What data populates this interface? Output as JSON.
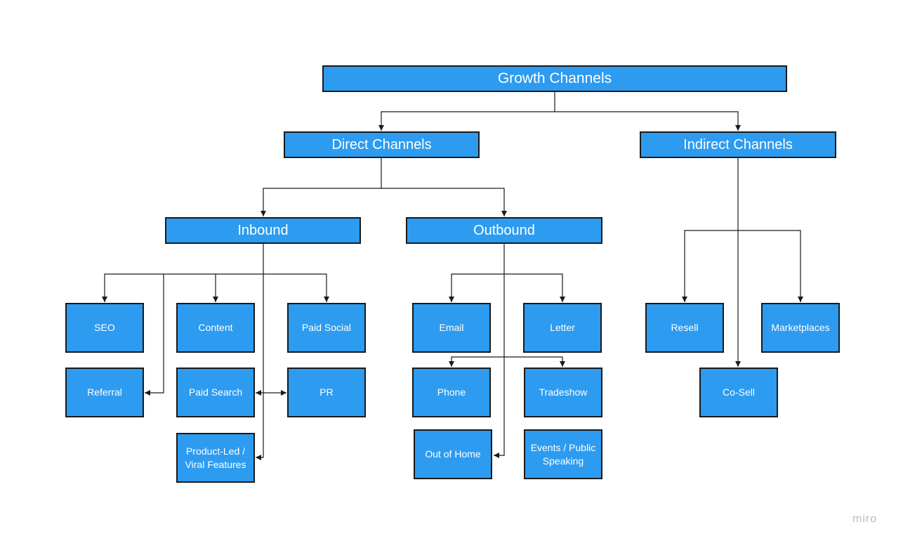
{
  "diagram": {
    "root": "Growth Channels",
    "direct": "Direct Channels",
    "indirect": "Indirect Channels",
    "inbound": "Inbound",
    "outbound": "Outbound",
    "inbound_items": {
      "seo": "SEO",
      "content": "Content",
      "paid_social": "Paid Social",
      "referral": "Referral",
      "paid_search": "Paid Search",
      "pr": "PR",
      "product_led": "Product-Led / Viral Features"
    },
    "outbound_items": {
      "email": "Email",
      "letter": "Letter",
      "phone": "Phone",
      "tradeshow": "Tradeshow",
      "out_of_home": "Out of Home",
      "events": "Events / Public Speaking"
    },
    "indirect_items": {
      "resell": "Resell",
      "marketplaces": "Marketplaces",
      "co_sell": "Co-Sell"
    },
    "colors": {
      "node_fill": "#2d9bf0",
      "node_border": "#1a1a1a",
      "connector": "#1a1a1a"
    }
  },
  "watermark": "miro"
}
